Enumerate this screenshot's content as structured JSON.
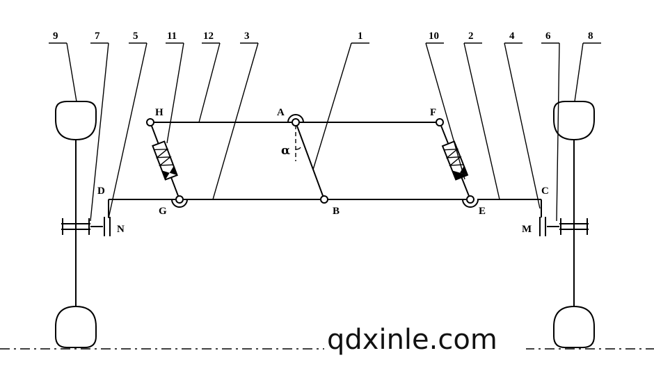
{
  "part_numbers": {
    "p9": "9",
    "p7": "7",
    "p5": "5",
    "p11": "11",
    "p12": "12",
    "p3": "3",
    "p1": "1",
    "p10": "10",
    "p2": "2",
    "p4": "4",
    "p6": "6",
    "p8": "8"
  },
  "point_labels": {
    "H": "H",
    "A": "A",
    "F": "F",
    "D": "D",
    "C": "C",
    "G": "G",
    "B": "B",
    "E": "E",
    "N": "N",
    "M": "M"
  },
  "angle_label": "α",
  "watermark": "qdxinle.com"
}
